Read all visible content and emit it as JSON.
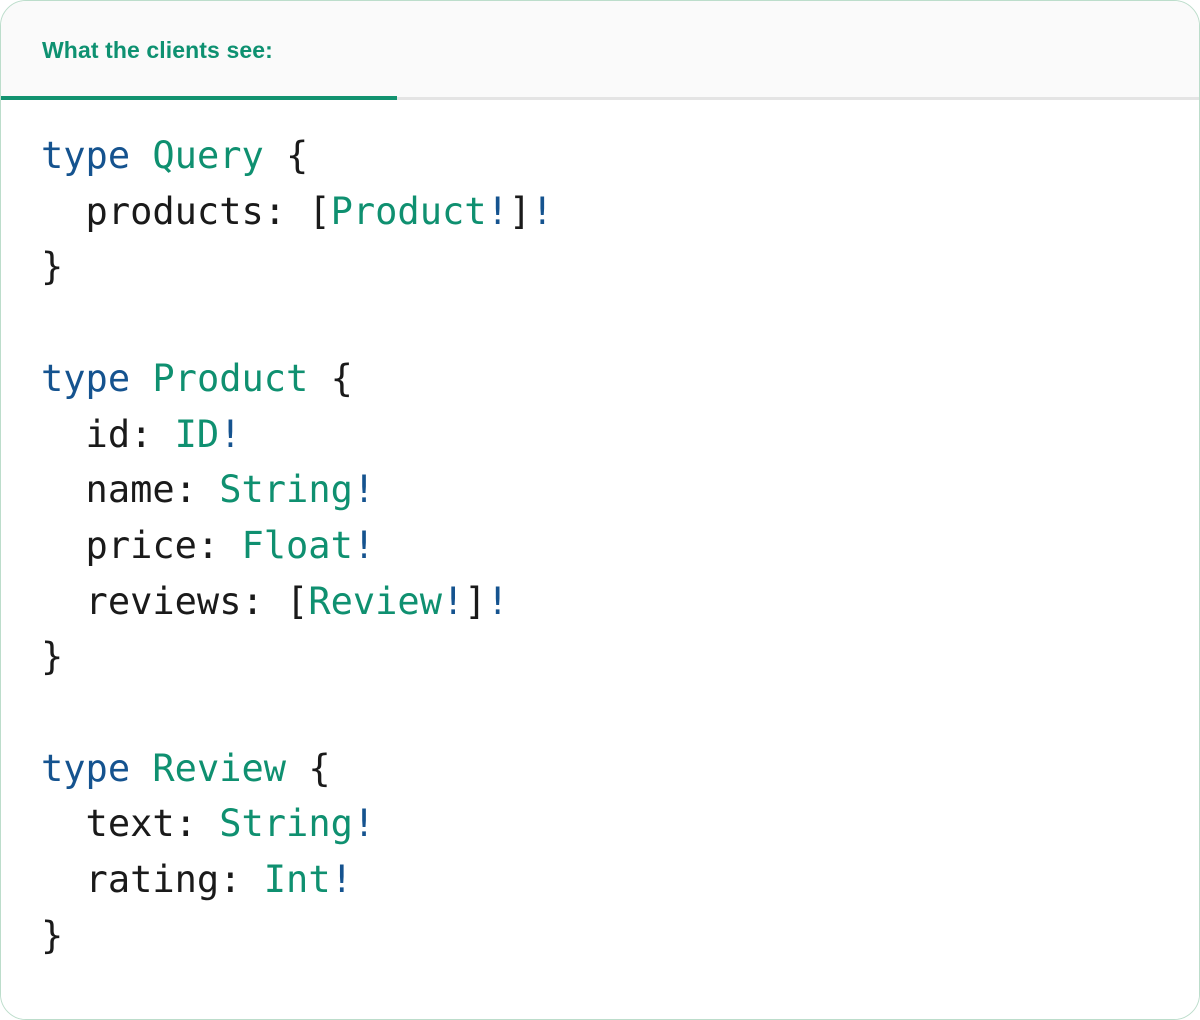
{
  "card": {
    "border_color": "#bcddcb",
    "background": "#ffffff"
  },
  "header": {
    "background": "#fafafa",
    "divider_color": "#e4e4e4",
    "active_tab": "What the clients see:",
    "accent_color": "#12926f",
    "tabs": [
      {
        "label": "What the clients see:",
        "active": true
      }
    ]
  },
  "code": {
    "language": "graphql",
    "colors": {
      "keyword": "#15538f",
      "typename": "#0f9070",
      "punctuation": "#1a1a1a",
      "field": "#1a1a1a",
      "bang": "#15538f"
    },
    "raw": "type Query {\n  products: [Product!]!\n}\n\ntype Product {\n  id: ID!\n  name: String!\n  price: Float!\n  reviews: [Review!]!\n}\n\ntype Review {\n  text: String!\n  rating: Int!\n}",
    "lines": [
      {
        "n": 1,
        "tokens": [
          {
            "t": "keyword",
            "v": "type"
          },
          {
            "t": "punct",
            "v": " "
          },
          {
            "t": "typename",
            "v": "Query"
          },
          {
            "t": "punct",
            "v": " {"
          }
        ]
      },
      {
        "n": 2,
        "tokens": [
          {
            "t": "field",
            "v": "  products: "
          },
          {
            "t": "punct",
            "v": "["
          },
          {
            "t": "typename",
            "v": "Product"
          },
          {
            "t": "bang",
            "v": "!"
          },
          {
            "t": "punct",
            "v": "]"
          },
          {
            "t": "bang",
            "v": "!"
          }
        ]
      },
      {
        "n": 3,
        "tokens": [
          {
            "t": "punct",
            "v": "}"
          }
        ]
      },
      {
        "n": 4,
        "tokens": []
      },
      {
        "n": 5,
        "tokens": [
          {
            "t": "keyword",
            "v": "type"
          },
          {
            "t": "punct",
            "v": " "
          },
          {
            "t": "typename",
            "v": "Product"
          },
          {
            "t": "punct",
            "v": " {"
          }
        ]
      },
      {
        "n": 6,
        "tokens": [
          {
            "t": "field",
            "v": "  id: "
          },
          {
            "t": "typename",
            "v": "ID"
          },
          {
            "t": "bang",
            "v": "!"
          }
        ]
      },
      {
        "n": 7,
        "tokens": [
          {
            "t": "field",
            "v": "  name: "
          },
          {
            "t": "typename",
            "v": "String"
          },
          {
            "t": "bang",
            "v": "!"
          }
        ]
      },
      {
        "n": 8,
        "tokens": [
          {
            "t": "field",
            "v": "  price: "
          },
          {
            "t": "typename",
            "v": "Float"
          },
          {
            "t": "bang",
            "v": "!"
          }
        ]
      },
      {
        "n": 9,
        "tokens": [
          {
            "t": "field",
            "v": "  reviews: "
          },
          {
            "t": "punct",
            "v": "["
          },
          {
            "t": "typename",
            "v": "Review"
          },
          {
            "t": "bang",
            "v": "!"
          },
          {
            "t": "punct",
            "v": "]"
          },
          {
            "t": "bang",
            "v": "!"
          }
        ]
      },
      {
        "n": 10,
        "tokens": [
          {
            "t": "punct",
            "v": "}"
          }
        ]
      },
      {
        "n": 11,
        "tokens": []
      },
      {
        "n": 12,
        "tokens": [
          {
            "t": "keyword",
            "v": "type"
          },
          {
            "t": "punct",
            "v": " "
          },
          {
            "t": "typename",
            "v": "Review"
          },
          {
            "t": "punct",
            "v": " {"
          }
        ]
      },
      {
        "n": 13,
        "tokens": [
          {
            "t": "field",
            "v": "  text: "
          },
          {
            "t": "typename",
            "v": "String"
          },
          {
            "t": "bang",
            "v": "!"
          }
        ]
      },
      {
        "n": 14,
        "tokens": [
          {
            "t": "field",
            "v": "  rating: "
          },
          {
            "t": "typename",
            "v": "Int"
          },
          {
            "t": "bang",
            "v": "!"
          }
        ]
      },
      {
        "n": 15,
        "tokens": [
          {
            "t": "punct",
            "v": "}"
          }
        ]
      }
    ]
  }
}
